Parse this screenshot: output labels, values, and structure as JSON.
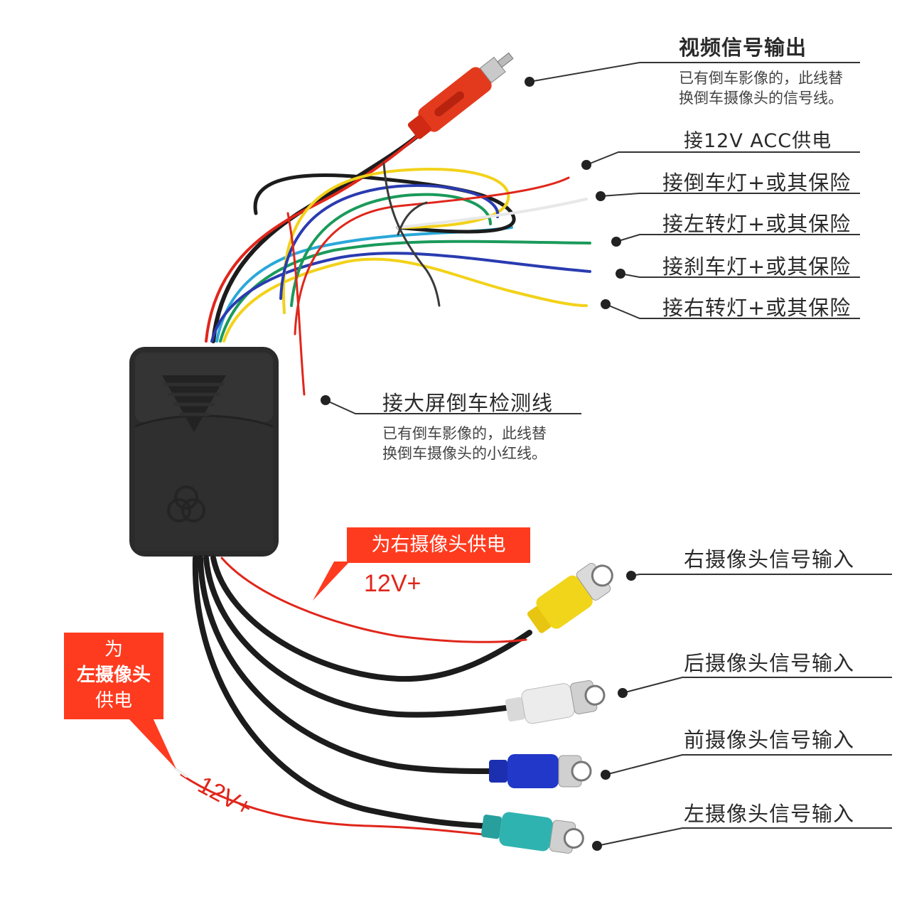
{
  "labels": {
    "video_out_title": "视频信号输出",
    "video_out_desc_1": "已有倒车影像的，此线替",
    "video_out_desc_2": "换倒车摄像头的信号线。",
    "acc": "接12V ACC供电",
    "reverse": "接倒车灯+或其保险",
    "left_turn": "接左转灯+或其保险",
    "brake": "接刹车灯+或其保险",
    "right_turn": "接右转灯+或其保险",
    "screen_detect_title": "接大屏倒车检测线",
    "screen_detect_desc_1": "已有倒车影像的，此线替",
    "screen_detect_desc_2": "换倒车摄像头的小红线。",
    "right_cam_in": "右摄像头信号输入",
    "rear_cam_in": "后摄像头信号输入",
    "front_cam_in": "前摄像头信号输入",
    "left_cam_in": "左摄像头信号输入"
  },
  "callouts": {
    "right_power": "为右摄像头供电",
    "right_voltage": "12V+",
    "left_power_1": "为",
    "left_power_2": "左摄像头",
    "left_power_3": "供电",
    "left_voltage": "12V+"
  },
  "colors": {
    "accent_red": "#ff3b1f",
    "wire_red": "#e0261b",
    "wire_black": "#1c1c1c",
    "wire_yellow": "#f2d21a",
    "wire_green": "#1a9a5a",
    "wire_blue": "#2a3bb0",
    "wire_cyan": "#2aa8d8",
    "plug_yellow": "#f1d51a",
    "plug_white": "#e8e8e8",
    "plug_blue": "#2138c8",
    "plug_teal": "#2fb3b0",
    "rca_red": "#e33a1e"
  }
}
